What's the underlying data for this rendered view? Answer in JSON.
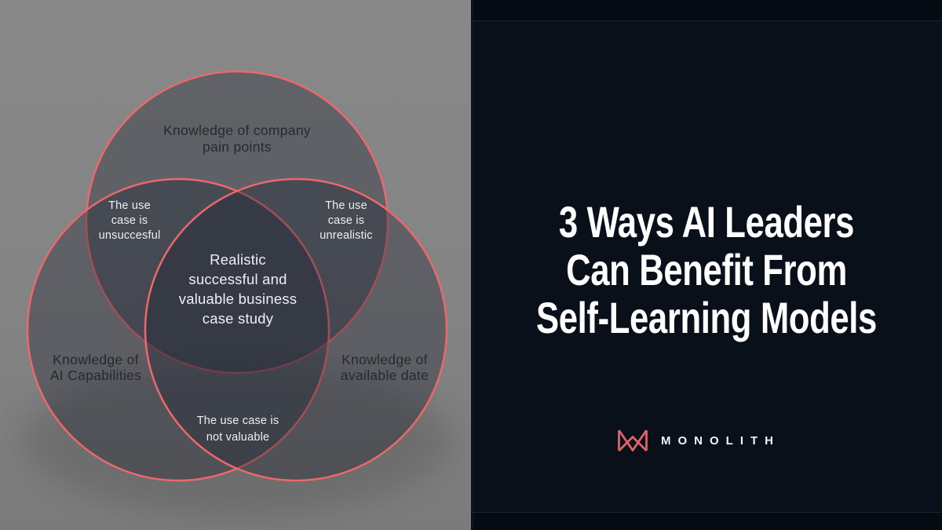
{
  "left_panel": {
    "background_color": "#828282",
    "venn": {
      "stroke_color": "#ed686c",
      "region_fill": "rgba(27,34,48,0.36)",
      "top_circle": {
        "lines": [
          "Knowledge of company",
          "pain points"
        ]
      },
      "left_circle": {
        "lines": [
          "Knowledge of",
          "AI Capabilities"
        ]
      },
      "right_circle": {
        "lines": [
          "Knowledge of",
          "available date"
        ]
      },
      "top_left_intersection": {
        "lines": [
          "The use",
          "case is",
          "unsuccesful"
        ]
      },
      "top_right_intersection": {
        "lines": [
          "The use",
          "case is",
          "unrealistic"
        ]
      },
      "bottom_intersection": {
        "lines": [
          "The use case is",
          "not valuable"
        ]
      },
      "center_intersection": {
        "lines": [
          "Realistic",
          "successful and",
          "valuable business",
          "case study"
        ]
      }
    }
  },
  "right_panel": {
    "background_color": "#0a101a",
    "title_color": "#ffffff",
    "title_lines": [
      "3 Ways AI Leaders",
      "Can Benefit From",
      "Self-Learning Models"
    ],
    "logo": {
      "wordmark": "MONOLITH",
      "mark_color": "#dd6367",
      "text_color": "#f2f4f5"
    }
  }
}
